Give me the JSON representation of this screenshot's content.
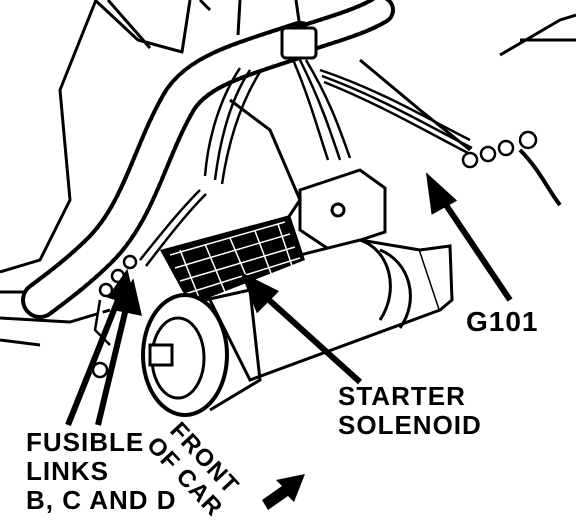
{
  "labels": {
    "g101": "G101",
    "starter_line1": "STARTER",
    "starter_line2": "SOLENOID",
    "fusible_line1": "FUSIBLE",
    "fusible_line2": "LINKS",
    "fusible_line3": "B, C AND D",
    "front_line1": "FRONT",
    "front_line2": "OF CAR"
  },
  "colors": {
    "ink": "#000000",
    "paper": "#ffffff"
  }
}
